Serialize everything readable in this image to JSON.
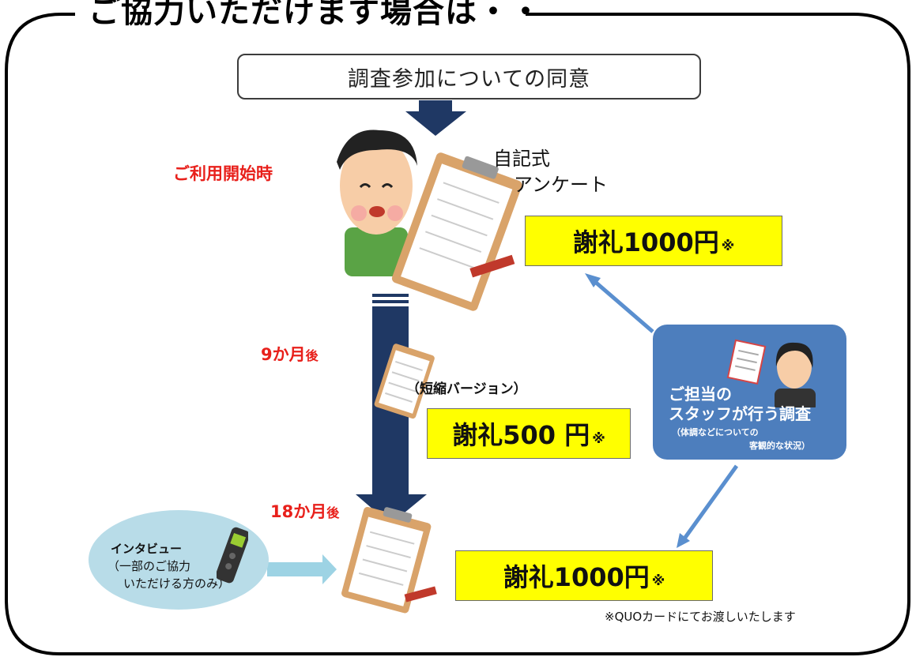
{
  "title": "ご協力いただけます場合は・・",
  "consent": "調査参加についての同意",
  "stages": {
    "start": "ご利用開始時",
    "nine_months": "9か月",
    "nine_suffix": "後",
    "eighteen_months": "18か月",
    "eighteen_suffix": "後"
  },
  "questionnaire": {
    "line1": "自記式",
    "line2": "アンケート",
    "short": "（短縮バージョン）"
  },
  "rewards": {
    "first": "謝礼1000円",
    "second": "謝礼500 円",
    "third": "謝礼1000円",
    "mark": "※"
  },
  "staff": {
    "line1": "ご担当の",
    "line2": "スタッフが行う調査",
    "line3": "（体調などについての",
    "line4": "客観的な状況）"
  },
  "interview": {
    "line1": "インタビュー",
    "line2": "（一部のご協力",
    "line3": "いただける方のみ）"
  },
  "footnote": "※QUOカードにてお渡しいたします",
  "colors": {
    "navy": "#1f3864",
    "red": "#e8201b",
    "yellow": "#ffff00",
    "staff_blue": "#4d7ebd",
    "interview_blue": "#b8dce8",
    "arrow_light_blue": "#9dd3e4"
  }
}
